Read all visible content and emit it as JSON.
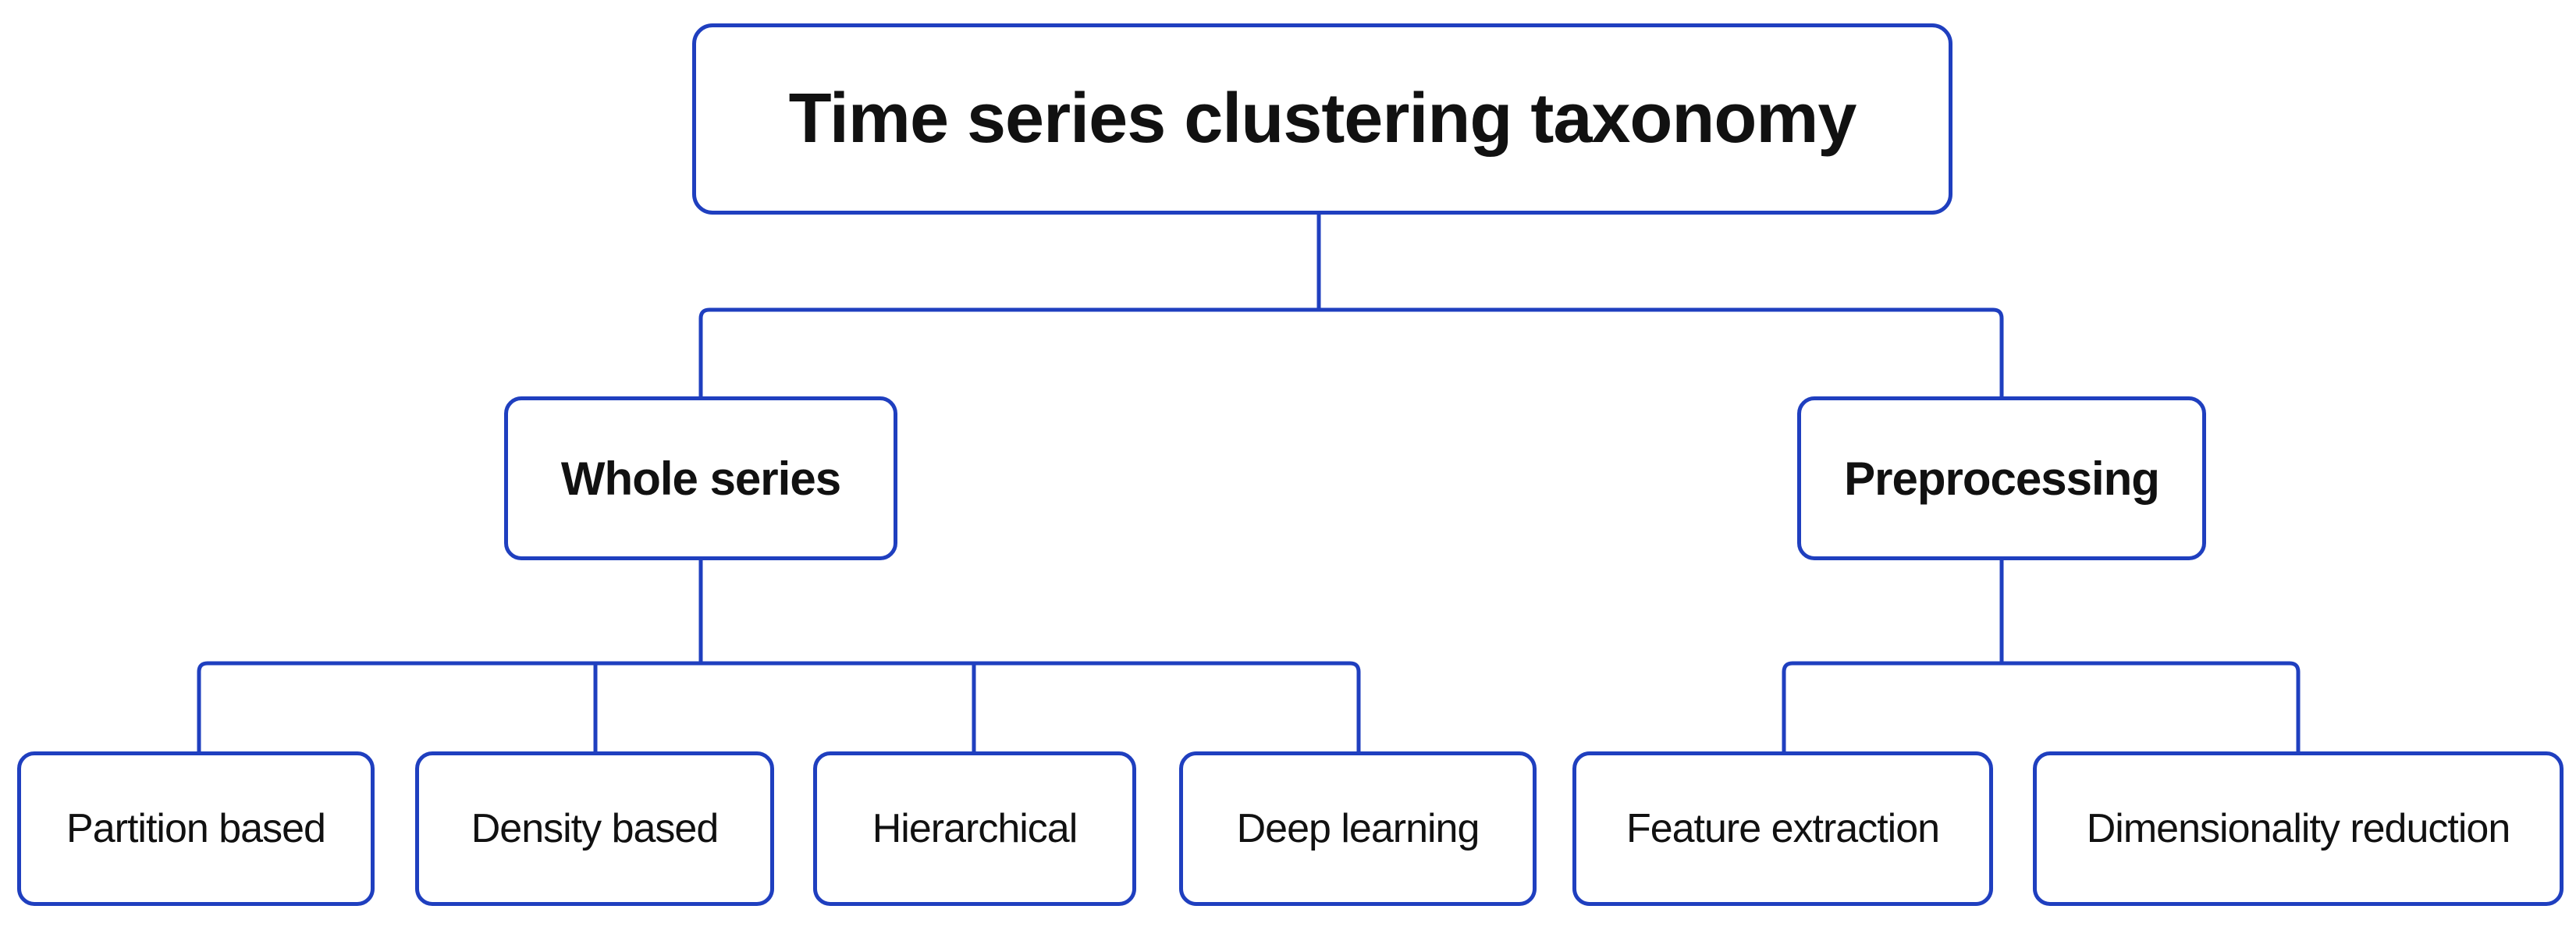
{
  "diagram": {
    "root": {
      "label": "Time series clustering taxonomy"
    },
    "branches": [
      {
        "label": "Whole series",
        "children": [
          "Partition based",
          "Density based",
          "Hierarchical",
          "Deep learning"
        ]
      },
      {
        "label": "Preprocessing",
        "children": [
          "Feature extraction",
          "Dimensionality reduction"
        ]
      }
    ],
    "line_color": "#1f3fbf",
    "text_color": "#111111"
  }
}
